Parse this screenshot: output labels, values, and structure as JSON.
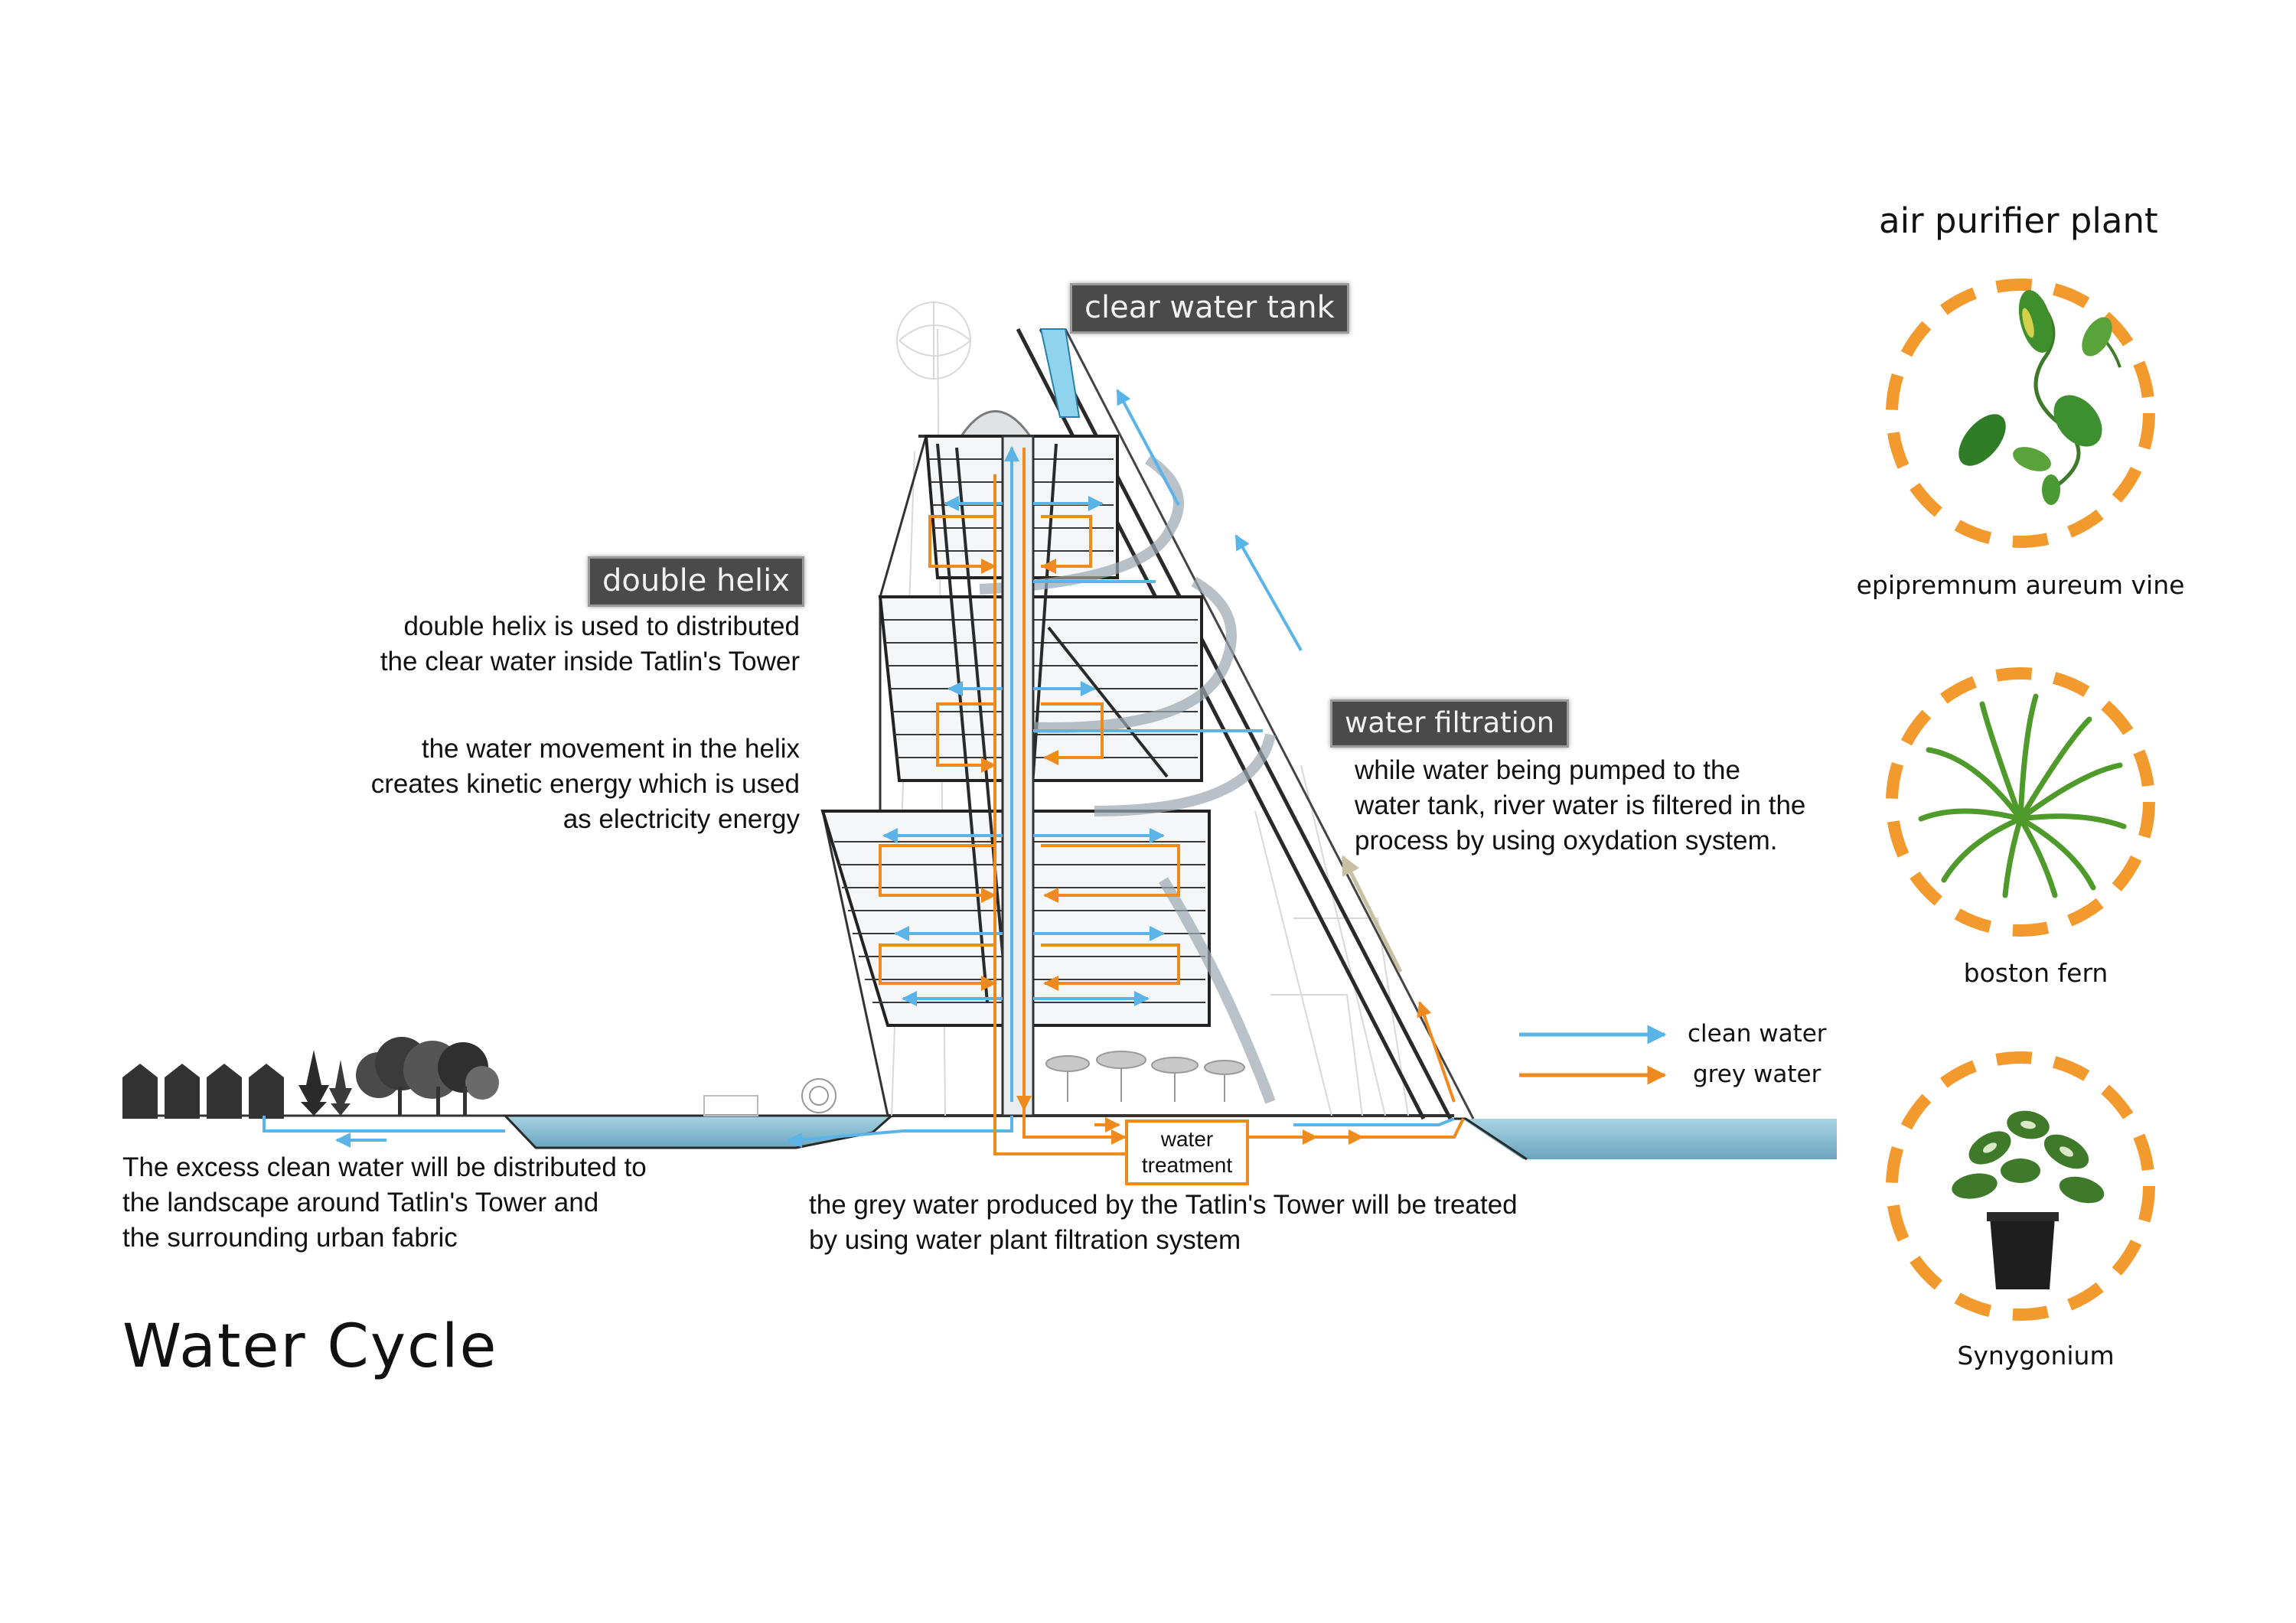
{
  "title": "Water Cycle",
  "tower_tags": {
    "clear_water_tank": "clear water tank",
    "double_helix": "double helix",
    "water_filtration": "water filtration",
    "water_treatment": [
      "water",
      "treatment"
    ]
  },
  "notes": {
    "double_helix": [
      "double helix is used to distributed",
      "the clear water inside Tatlin's Tower"
    ],
    "helix_energy": [
      "the water movement in the helix",
      "creates kinetic energy which is used",
      "as electricity energy"
    ],
    "filtration": [
      "while water being pumped to the",
      "water tank, river water is filtered in the",
      "process by using oxydation system."
    ],
    "excess_water": [
      "The excess clean water will be distributed to",
      "the landscape around Tatlin's Tower and",
      "the surrounding urban fabric"
    ],
    "grey_water": [
      "the grey water produced by the Tatlin's Tower will be treated",
      "by using water plant filtration system"
    ]
  },
  "legend": {
    "clean_water": "clean water",
    "grey_water": "grey water"
  },
  "plants": {
    "title": "air purifier plant",
    "items": [
      {
        "label": "epipremnum aureum vine",
        "icon": "pothos-vine-icon"
      },
      {
        "label": "boston fern",
        "icon": "fern-icon"
      },
      {
        "label": "Synygonium",
        "icon": "potted-plant-icon"
      }
    ]
  },
  "colors": {
    "clean_water": "#5ab4e8",
    "grey_water": "#ee8a1e",
    "plant_ring": "#f39a2e",
    "tag_bg": "#4a4a4a",
    "river": "#8fc3d6"
  }
}
